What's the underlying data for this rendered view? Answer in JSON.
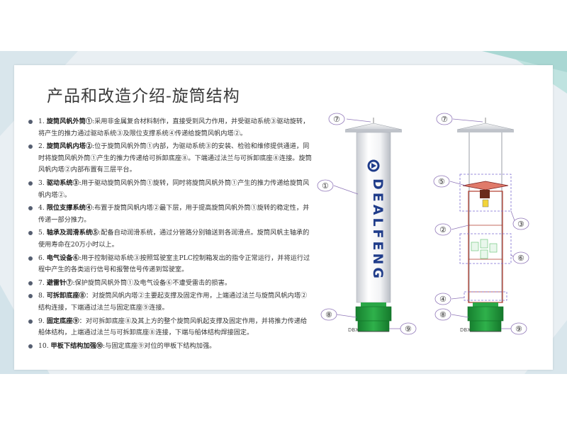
{
  "slide": {
    "title": "产品和改造介绍-旋筒结构",
    "items": [
      {
        "num": "1.",
        "term": "旋筒风帆外筒①",
        "text": ":采用非金属复合材料制作，直接受到风力作用，并受驱动系统③驱动旋转，将产生的推力通过驱动系统③及限位支撑系统④传递给旋筒风帆内塔②。"
      },
      {
        "num": "2.",
        "term": "旋筒风帆内塔②",
        "text": ":位于旋筒风帆外筒①内部，为驱动系统③的安装、检验和维修提供通道，同时将旋筒风帆外筒①产生的推力传递给可拆卸底座⑧。下端通过法兰与可拆卸底座⑧连接。旋筒风帆内塔②内部布置有三层平台。"
      },
      {
        "num": "3.",
        "term": "驱动系统③",
        "text": ":用于驱动旋筒风帆外筒①旋转，同时将旋筒风帆外筒①产生的推力传递给旋筒风帆内塔②。"
      },
      {
        "num": "4.",
        "term": "限位支撑系统④",
        "text": ":布置于旋筒风帆内塔②最下层，用于提高旋筒风帆外筒①旋转的稳定性，并传递一部分推力。"
      },
      {
        "num": "5.",
        "term": "轴承及润滑系统⑤",
        "text": ":配备自动润滑系统，通过分管路分别输送到各润滑点。旋筒风帆主轴承的使用寿命在20万小时以上。"
      },
      {
        "num": "6.",
        "term": "电气设备⑥",
        "text": ":用于控制驱动系统③按照驾驶室主PLC控制箱发出的指令正常运行，并将运行过程中产生的各类运行信号和报警信号传递到驾驶室。"
      },
      {
        "num": "7.",
        "term": "避雷针⑦",
        "text": ":保护旋筒风帆外筒①及电气设备⑥不遭受雷击的损害。"
      },
      {
        "num": "8.",
        "term": "可拆卸底座⑧",
        "text": "：对旋筒风帆内塔②主要起支撑及固定作用，上端通过法兰与旋筒风帆内塔②结构连接，下端通过法兰与固定底座⑨连接。"
      },
      {
        "num": "9.",
        "term": "固定底座⑨",
        "text": "：对可拆卸底座⑧及其上方的整个旋筒风帆起支撑及固定作用，并将推力传递给船体结构，上端通过法兰与可拆卸底座⑧连接，下端与船体结构焊接固定。"
      },
      {
        "num": "10.",
        "term": "甲板下结构加强⑩",
        "text": ":与固定底座⑨对位的甲板下结构加强。"
      }
    ]
  },
  "figure": {
    "brand": "DEALFENG",
    "deck_label": "DBX",
    "callouts": [
      "①",
      "②",
      "③",
      "④",
      "⑤",
      "⑥",
      "⑦",
      "⑧",
      "⑨"
    ]
  },
  "colors": {
    "accent_green": "#1f9a3c",
    "label_purple": "#8f76b8",
    "band": "#e9eff3",
    "deco_teal": "#bfe3e0",
    "bullet": "#555e70"
  }
}
